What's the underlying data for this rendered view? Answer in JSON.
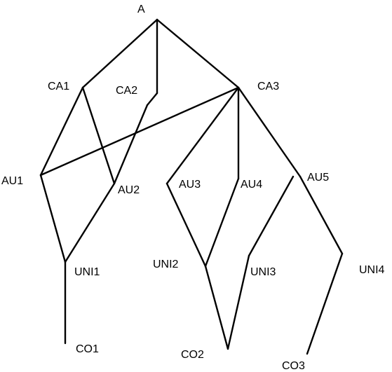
{
  "nodes": [
    {
      "id": "A",
      "label": "A"
    },
    {
      "id": "CA1",
      "label": "CA1"
    },
    {
      "id": "CA2",
      "label": "CA2"
    },
    {
      "id": "CA3",
      "label": "CA3"
    },
    {
      "id": "AU1",
      "label": "AU1"
    },
    {
      "id": "AU2",
      "label": "AU2"
    },
    {
      "id": "AU3",
      "label": "AU3"
    },
    {
      "id": "AU4",
      "label": "AU4"
    },
    {
      "id": "AU5",
      "label": "AU5"
    },
    {
      "id": "UNI1",
      "label": "UNI1"
    },
    {
      "id": "UNI2",
      "label": "UNI2"
    },
    {
      "id": "UNI3",
      "label": "UNI3"
    },
    {
      "id": "UNI4",
      "label": "UNI4"
    },
    {
      "id": "CO1",
      "label": "CO1"
    },
    {
      "id": "CO2",
      "label": "CO2"
    },
    {
      "id": "CO3",
      "label": "CO3"
    }
  ],
  "edges": [
    [
      "A",
      "CA1"
    ],
    [
      "A",
      "CA2"
    ],
    [
      "A",
      "CA3"
    ],
    [
      "CA1",
      "AU1"
    ],
    [
      "CA1",
      "AU2"
    ],
    [
      "CA2",
      "AU2"
    ],
    [
      "CA3",
      "AU1"
    ],
    [
      "CA3",
      "AU3"
    ],
    [
      "CA3",
      "AU4"
    ],
    [
      "CA3",
      "AU5"
    ],
    [
      "AU1",
      "UNI1"
    ],
    [
      "AU2",
      "UNI1"
    ],
    [
      "AU3",
      "UNI2"
    ],
    [
      "AU4",
      "UNI2"
    ],
    [
      "AU5",
      "UNI3"
    ],
    [
      "AU5",
      "UNI4"
    ],
    [
      "UNI1",
      "CO1"
    ],
    [
      "UNI2",
      "CO2"
    ],
    [
      "UNI3",
      "CO2"
    ],
    [
      "UNI4",
      "CO3"
    ]
  ]
}
